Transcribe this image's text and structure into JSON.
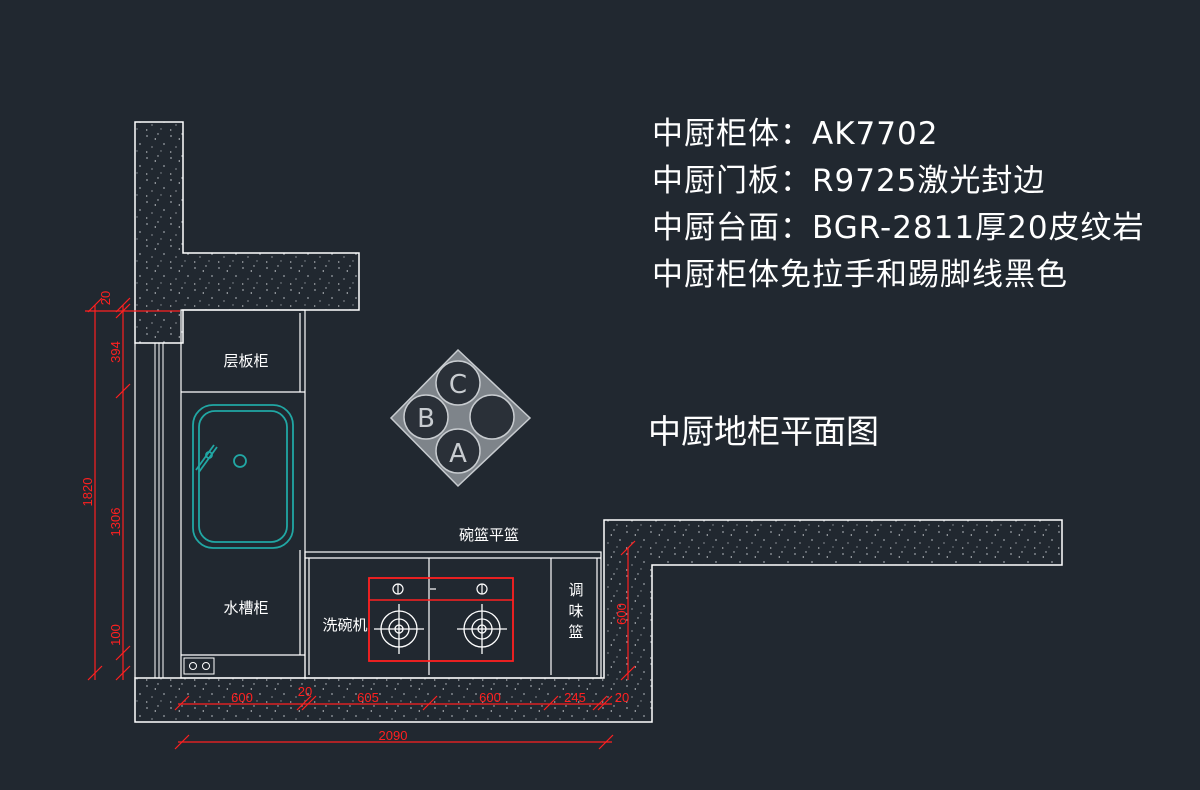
{
  "specs": {
    "line1": "中厨柜体：AK7702",
    "line2": "中厨门板：R9725激光封边",
    "line3": "中厨台面：BGR-2811厚20皮纹岩",
    "line4": "中厨柜体免拉手和踢脚线黑色"
  },
  "plan_title": "中厨地柜平面图",
  "labels": {
    "shelf_cabinet": "层板柜",
    "sink_cabinet": "水槽柜",
    "dishwasher": "洗碗机",
    "dish_basket": "碗篮平篮",
    "seasoning_basket": [
      "调",
      "味",
      "篮"
    ]
  },
  "compass": {
    "top": "C",
    "left": "B",
    "bottom": "A"
  },
  "dimensions": {
    "left_overall": "1820",
    "left_top_gap": "20",
    "left_shelf": "394",
    "left_sink": "1306",
    "left_bottom": "100",
    "right_depth": "600",
    "bottom_segments": [
      "600",
      "20",
      "605",
      "600",
      "245",
      "20"
    ],
    "bottom_total": "2090"
  },
  "colors": {
    "background": "#212830",
    "dimension": "#ff2020",
    "sink": "#21a7a4",
    "lines": "#ffffff"
  }
}
